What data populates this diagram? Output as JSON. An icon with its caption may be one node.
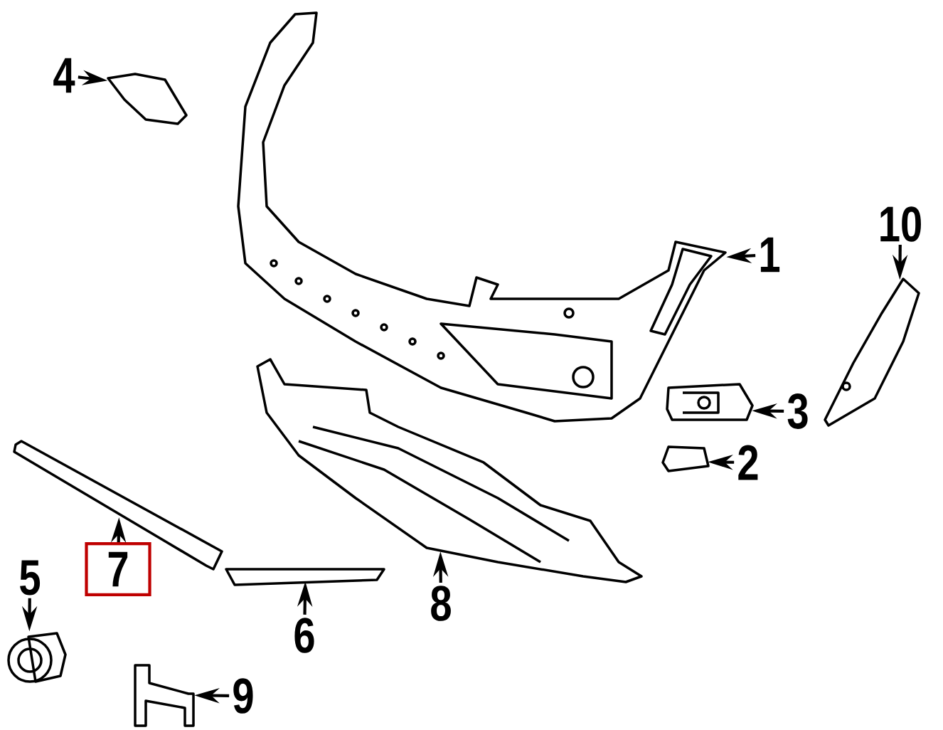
{
  "diagram": {
    "nodes": [
      {
        "text": [
          "1"
        ]
      },
      {
        "text": [
          "2"
        ]
      },
      {
        "text": [
          "3"
        ]
      },
      {
        "text": [
          "4"
        ]
      },
      {
        "text": [
          "5"
        ]
      },
      {
        "text": [
          "6"
        ]
      },
      {
        "text": [
          "7"
        ]
      },
      {
        "text": [
          "8"
        ]
      },
      {
        "text": [
          "9"
        ]
      },
      {
        "text": [
          "10"
        ]
      },
      {
        "text": [],
        "shape": "picture"
      },
      {
        "text": [],
        "shape": "picture"
      },
      {
        "text": [],
        "shape": "picture"
      },
      {
        "text": [],
        "shape": "picture"
      },
      {
        "text": [],
        "shape": "picture"
      },
      {
        "text": [],
        "shape": "picture"
      },
      {
        "text": [],
        "shape": "picture"
      },
      {
        "text": [],
        "shape": "picture"
      },
      {
        "text": [],
        "shape": "picture"
      },
      {
        "text": [],
        "shape": "picture"
      }
    ],
    "edges": [
      {
        "from": 0,
        "to": 10,
        "arrow": "to"
      },
      {
        "from": 1,
        "to": 11,
        "arrow": "to"
      },
      {
        "from": 2,
        "to": 12,
        "arrow": "to"
      },
      {
        "from": 3,
        "to": 13,
        "arrow": "to"
      },
      {
        "from": 4,
        "to": 14,
        "arrow": "to"
      },
      {
        "from": 5,
        "to": 15,
        "arrow": "to"
      },
      {
        "from": 6,
        "to": 16,
        "arrow": "to"
      },
      {
        "from": 7,
        "to": 17,
        "arrow": "to"
      },
      {
        "from": 8,
        "to": 18,
        "arrow": "to"
      },
      {
        "from": 9,
        "to": 19,
        "arrow": "to"
      }
    ]
  }
}
